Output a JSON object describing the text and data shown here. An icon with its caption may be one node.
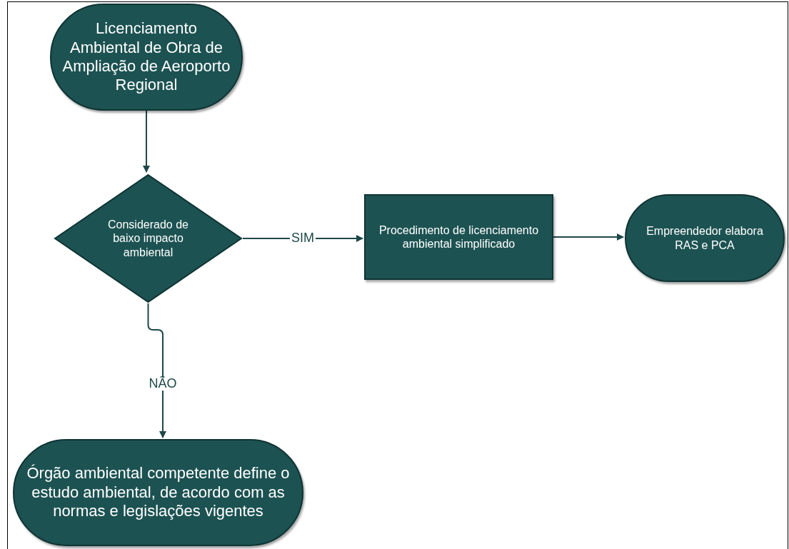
{
  "diagram": {
    "nodes": [
      {
        "text": [
          "Licenciamento Ambiental de Obra de Ampliação de Aeroporto Regional"
        ]
      },
      {
        "text": [
          "Considerado de baixo impacto ambiental"
        ]
      },
      {
        "text": [
          "Procedimento de licenciamento ambiental simplificado"
        ]
      },
      {
        "text": [
          "Empreendedor elabora RAS e PCA"
        ]
      },
      {
        "text": [
          "Órgão ambiental competente define o estudo ambiental, de acordo com as normas e legislações vigentes"
        ]
      }
    ],
    "edges": [
      {
        "from": 0,
        "to": 1,
        "arrow": "to"
      },
      {
        "from": 1,
        "to": 2,
        "arrow": "to",
        "label": "SIM"
      },
      {
        "from": 2,
        "to": 3,
        "arrow": "to"
      },
      {
        "from": 1,
        "to": 4,
        "arrow": "to",
        "label": "NÃO"
      }
    ]
  }
}
